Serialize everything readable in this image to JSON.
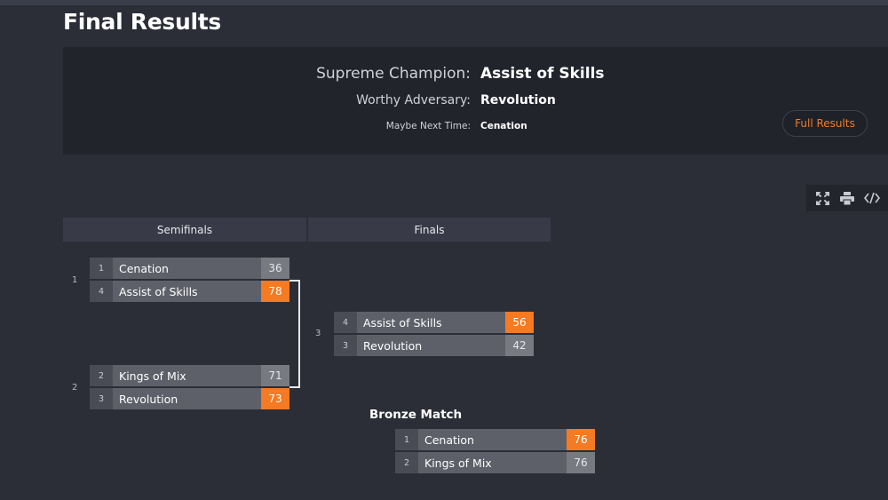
{
  "page": {
    "title": "Final Results"
  },
  "summary": {
    "champion_label": "Supreme Champion:",
    "champion": "Assist of Skills",
    "adversary_label": "Worthy Adversary:",
    "adversary": "Revolution",
    "third_label": "Maybe Next Time:",
    "third": "Cenation",
    "full_results_label": "Full Results"
  },
  "toolbar": {
    "expand_icon": "expand-icon",
    "print_icon": "print-icon",
    "embed_icon": "code-icon"
  },
  "rounds": [
    {
      "label": "Semifinals"
    },
    {
      "label": "Finals"
    }
  ],
  "matches": {
    "semi1": {
      "number": "1",
      "teams": [
        {
          "seed": "1",
          "name": "Cenation",
          "score": "36",
          "winner": false
        },
        {
          "seed": "4",
          "name": "Assist of Skills",
          "score": "78",
          "winner": true
        }
      ]
    },
    "semi2": {
      "number": "2",
      "teams": [
        {
          "seed": "2",
          "name": "Kings of Mix",
          "score": "71",
          "winner": false
        },
        {
          "seed": "3",
          "name": "Revolution",
          "score": "73",
          "winner": true
        }
      ]
    },
    "final": {
      "number": "3",
      "teams": [
        {
          "seed": "4",
          "name": "Assist of Skills",
          "score": "56",
          "winner": true
        },
        {
          "seed": "3",
          "name": "Revolution",
          "score": "42",
          "winner": false
        }
      ]
    },
    "bronze": {
      "title": "Bronze Match",
      "teams": [
        {
          "seed": "1",
          "name": "Cenation",
          "score": "76",
          "winner": true
        },
        {
          "seed": "2",
          "name": "Kings of Mix",
          "score": "76",
          "winner": false
        }
      ]
    }
  },
  "colors": {
    "accent": "#f47a23",
    "background": "#2b2d37"
  }
}
